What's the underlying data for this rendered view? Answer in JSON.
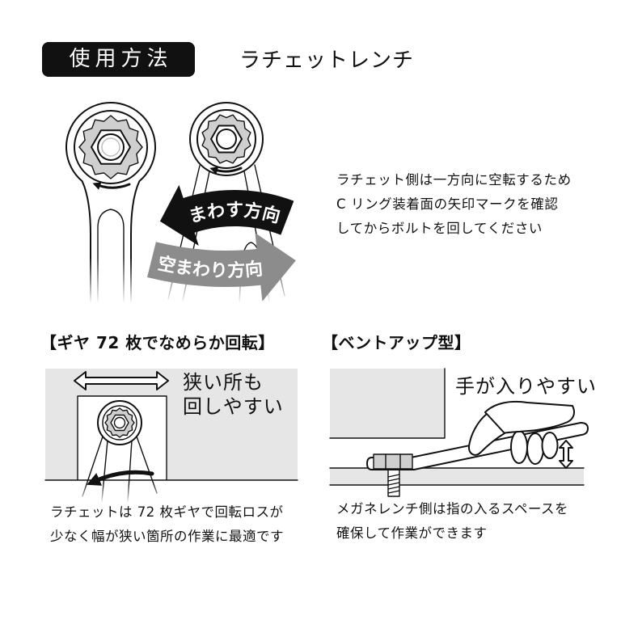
{
  "header": {
    "badge": "使用方法",
    "title": "ラチェットレンチ"
  },
  "instructions": {
    "lines": [
      "ラチェット側は一方向に空転するため",
      "C リング装着面の矢印マークを確認",
      "してからボルトを回してください"
    ]
  },
  "arrows": {
    "turn_direction": "まわす方向",
    "idle_direction": "空まわり方向"
  },
  "sections": [
    {
      "heading": "【ギヤ 72 枚でなめらか回転】",
      "callout": [
        "狭い所も",
        "回しやすい"
      ],
      "caption": [
        "ラチェットは 72 枚ギヤで回転ロスが",
        "少なく幅が狭い箇所の作業に最適です"
      ]
    },
    {
      "heading": "【ベントアップ型】",
      "callout": [
        "手が入りやすい"
      ],
      "caption": [
        "メガネレンチ側は指の入るスペースを",
        "確保して作業ができます"
      ]
    }
  ],
  "icons": {
    "width_indicator": "double-arrow-horizontal-icon",
    "clearance_indicator": "double-arrow-vertical-icon",
    "rotation_indicator": "curved-arrow-icon"
  },
  "colors": {
    "ink": "#111111",
    "badge": "#111111",
    "badge_text": "#ffffff",
    "turn_arrow": "#111111",
    "idle_arrow": "#8c8c8c",
    "panel": "#e6e6e6",
    "socket": "#cfcfcf"
  }
}
